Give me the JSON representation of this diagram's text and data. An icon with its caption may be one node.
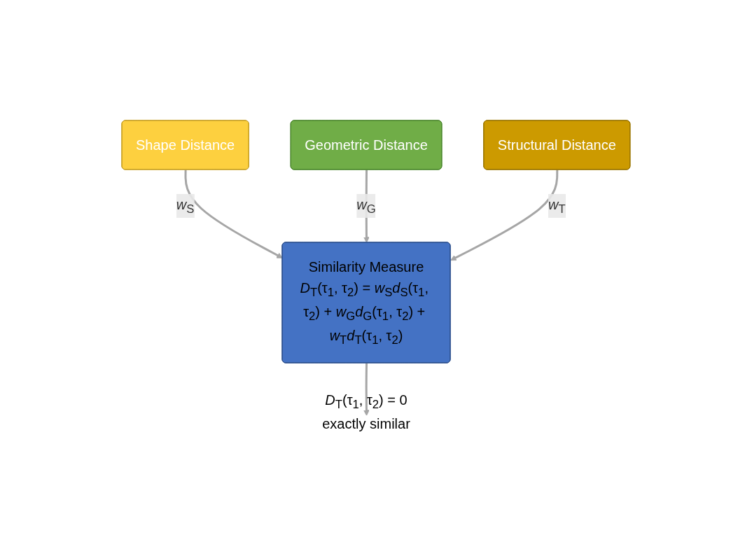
{
  "diagram": {
    "nodes": [
      {
        "text": [
          "Shape Distance"
        ]
      },
      {
        "text": [
          "Geometric Distance"
        ]
      },
      {
        "text": [
          "Structural Distance"
        ]
      },
      {
        "text": [
          "Similarity Measure",
          "*D*$_{T}$(τ$_{1}$, τ$_{2}$) = *w*$_{S}$*d*$_{S}$(τ$_{1}$, τ$_{2}$) + *w*$_{G}$*d*$_{G}$(τ$_{1}$, τ$_{2}$) + *w*$_{T}$*d*$_{T}$(τ$_{1}$, τ$_{2}$)"
        ]
      },
      {
        "text": [
          "*D*$_{T}$(τ$_{1}$, τ$_{2}$) = 0",
          "exactly similar"
        ]
      }
    ],
    "edges": [
      {
        "from": 0,
        "to": 3,
        "arrow": "to",
        "label": "*w*$_{S}$"
      },
      {
        "from": 1,
        "to": 3,
        "arrow": "to",
        "label": "*w*$_{G}$"
      },
      {
        "from": 2,
        "to": 3,
        "arrow": "to",
        "label": "*w*$_{T}$"
      },
      {
        "from": 3,
        "to": 4,
        "arrow": "to"
      }
    ]
  }
}
